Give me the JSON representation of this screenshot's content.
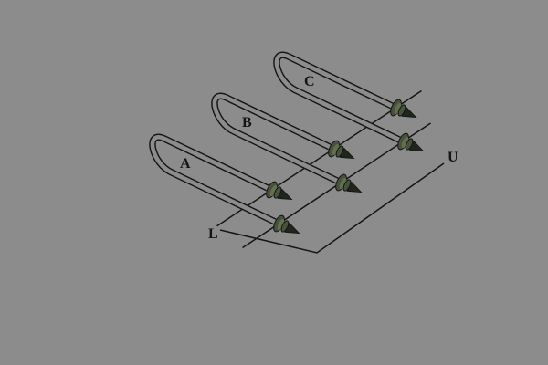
{
  "diagram": {
    "labels": {
      "element_a": "A",
      "element_b": "B",
      "element_c": "C",
      "terminal_left": "L",
      "terminal_right": "U"
    },
    "description": "Three U-shaped tubular heating elements mounted on a diagonal rail"
  },
  "colors": {
    "bg": "#8c8c8c",
    "ink": "#151515",
    "tube-fill": "#8c8c8c",
    "fitting": "#46523a",
    "fitting-light": "#637050",
    "cone": "#20261c"
  }
}
